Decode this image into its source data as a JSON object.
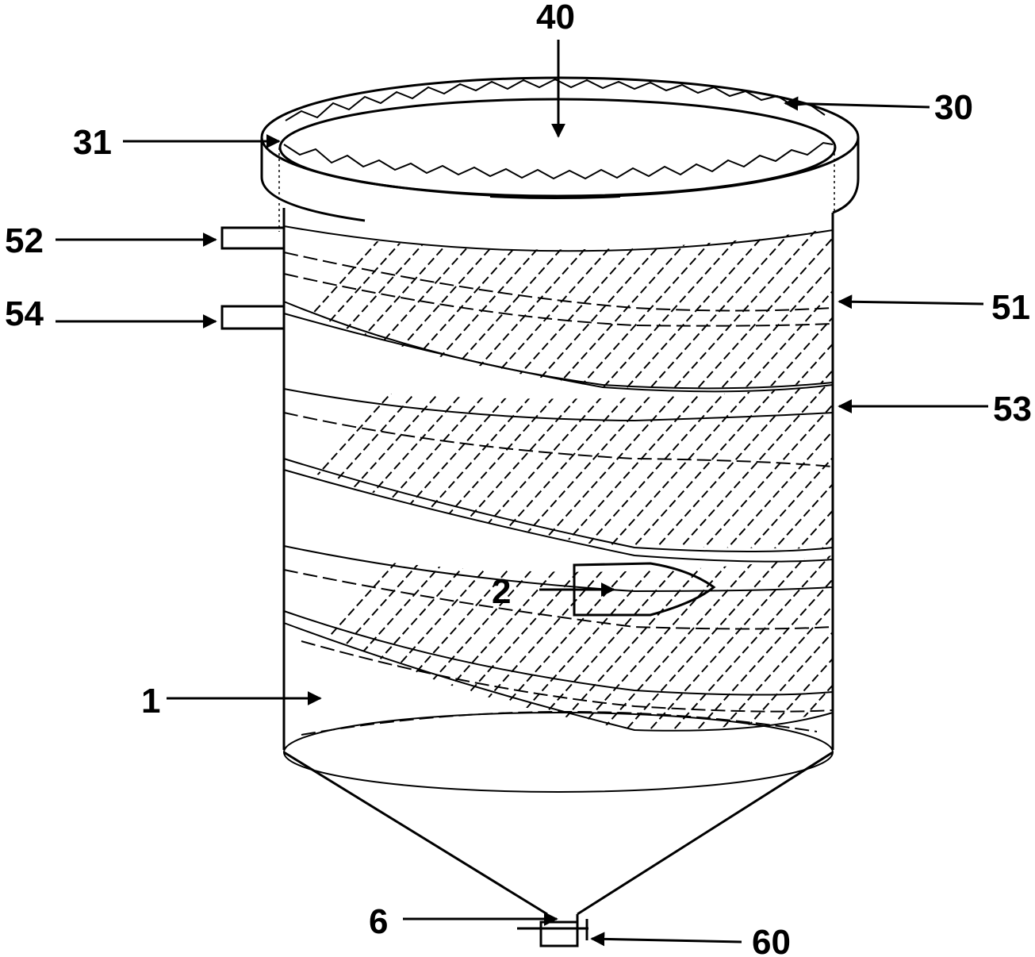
{
  "labels": {
    "l40": "40",
    "l30": "30",
    "l31": "31",
    "l52": "52",
    "l54": "54",
    "l51": "51",
    "l53": "53",
    "l2": "2",
    "l1": "1",
    "l6": "6",
    "l60": "60"
  }
}
